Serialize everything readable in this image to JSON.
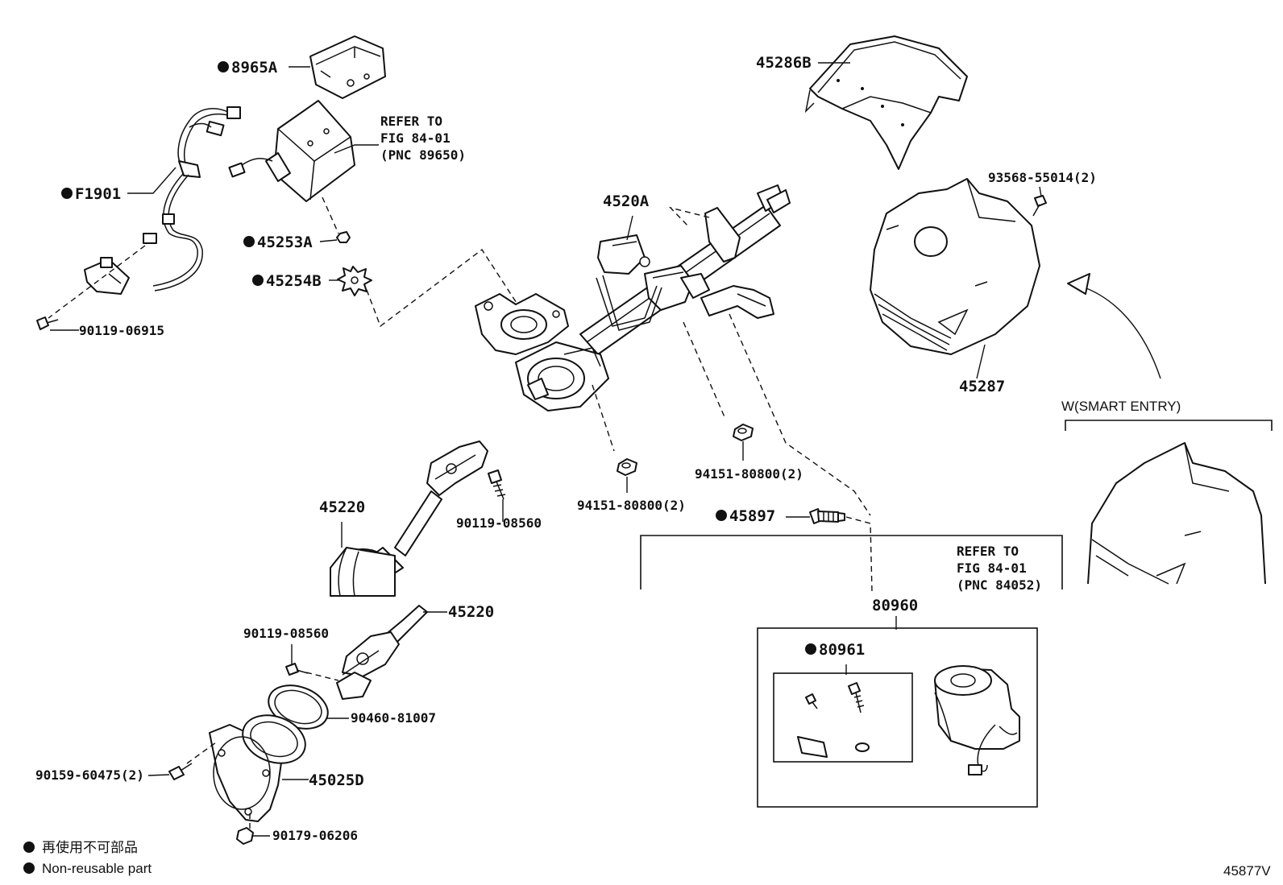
{
  "labels": {
    "p8965A": "8965A",
    "pF1901": "F1901",
    "p45253A": "45253A",
    "p45254B": "45254B",
    "p90119_06915": "90119-06915",
    "refer1_l1": "REFER TO",
    "refer1_l2": "FIG 84-01",
    "refer1_l3": "(PNC 89650)",
    "p45286B": "45286B",
    "p93568": "93568-55014(2)",
    "p4520A": "4520A",
    "p45287": "45287",
    "smart_entry": "W(SMART ENTRY)",
    "p45220_a": "45220",
    "p90119_08560_a": "90119-08560",
    "p94151_a": "94151-80800(2)",
    "p94151_b": "94151-80800(2)",
    "p45897": "45897",
    "refer2_l1": "REFER TO",
    "refer2_l2": "FIG 84-01",
    "refer2_l3": "(PNC 84052)",
    "p80960": "80960",
    "p45220_b": "45220",
    "p90119_08560_b": "90119-08560",
    "p80961": "80961",
    "p90460": "90460-81007",
    "p90159": "90159-60475(2)",
    "p45025D": "45025D",
    "p90179": "90179-06206"
  },
  "legend": {
    "jp": "再使用不可部品",
    "en": "Non-reusable part"
  },
  "figure_id": "45877V",
  "icons": {
    "non_reusable_marker": "filled-circle-icon"
  }
}
